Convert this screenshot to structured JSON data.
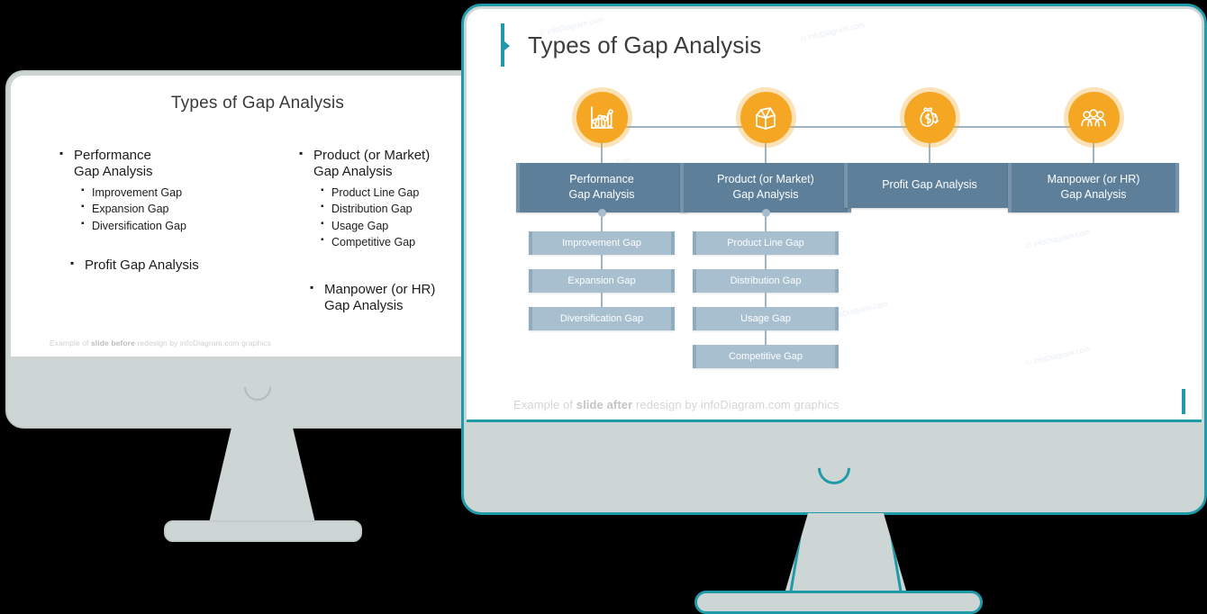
{
  "colors": {
    "teal_accent": "#1f9aa8",
    "icon_orange": "#f5a623",
    "main_box_blue": "#5d7f99",
    "sub_box_blue": "#a8bfd0",
    "connector_line": "#9db4c6",
    "monitor_body": "#cdd5d5"
  },
  "before_slide": {
    "title": "Types of Gap Analysis",
    "columns": [
      {
        "items": [
          {
            "label": "Performance\nGap Analysis",
            "label_line1": "Performance",
            "label_line2": "Gap Analysis",
            "sub": [
              "Improvement  Gap",
              "Expansion  Gap",
              "Diversification Gap"
            ]
          },
          {
            "label_line1": "Profit Gap Analysis",
            "label_line2": "",
            "sub": []
          }
        ]
      },
      {
        "items": [
          {
            "label_line1": "Product (or Market)",
            "label_line2": "Gap Analysis",
            "sub": [
              "Product Line Gap",
              "Distribution Gap",
              "Usage Gap",
              "Competitive  Gap"
            ]
          },
          {
            "label_line1": "Manpower (or HR)",
            "label_line2": "Gap Analysis",
            "sub": []
          }
        ]
      }
    ],
    "footer": {
      "prefix": "Example of ",
      "bold": "slide before",
      "suffix": " redesign by infoDiagram.com graphics"
    }
  },
  "after_slide": {
    "title": "Types of Gap Analysis",
    "nodes": [
      {
        "icon": "bar-chart-trend-icon",
        "title_line1": "Performance",
        "title_line2": "Gap Analysis",
        "sub": [
          "Improvement  Gap",
          "Expansion Gap",
          "Diversification Gap"
        ]
      },
      {
        "icon": "open-box-icon",
        "title_line1": "Product (or Market)",
        "title_line2": "Gap Analysis",
        "sub": [
          "Product Line Gap",
          "Distribution Gap",
          "Usage Gap",
          "Competitive  Gap"
        ]
      },
      {
        "icon": "money-bag-refresh-icon",
        "title_line1": "Profit Gap Analysis",
        "title_line2": "",
        "sub": []
      },
      {
        "icon": "people-group-icon",
        "title_line1": "Manpower (or HR)",
        "title_line2": "Gap Analysis",
        "sub": []
      }
    ],
    "footer": {
      "prefix": "Example of ",
      "bold": "slide after",
      "suffix": " redesign by infoDiagram.com graphics"
    },
    "watermark": "© infoDiagram.com"
  }
}
